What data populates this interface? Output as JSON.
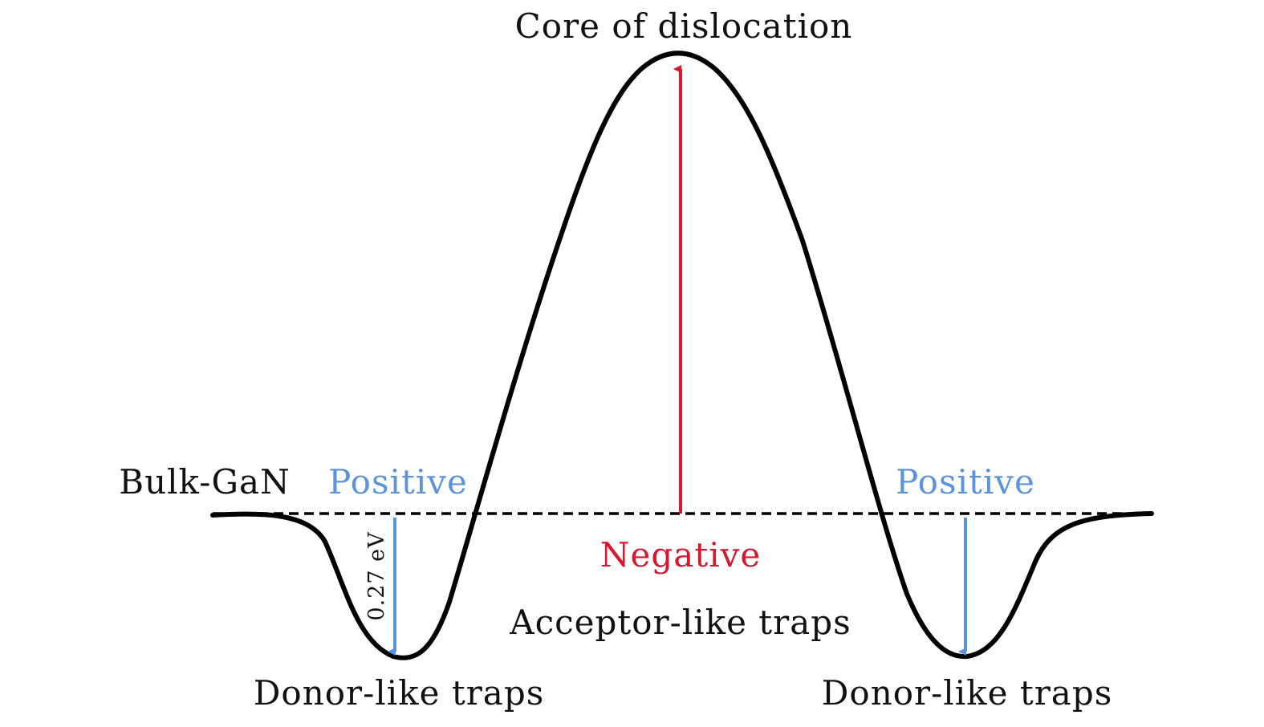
{
  "labels": {
    "core": "Core of dislocation",
    "bulk": "Bulk-GaN",
    "positive_left": "Positive",
    "positive_right": "Positive",
    "negative": "Negative",
    "acceptor": "Acceptor-like traps",
    "donor_left": "Donor-like traps",
    "donor_right": "Donor-like traps",
    "energy": "0.27 eV"
  },
  "colors": {
    "curve": "#000000",
    "baseline": "#000000",
    "negative": "#d5182f",
    "positive": "#5b93dc",
    "text": "#111111"
  }
}
